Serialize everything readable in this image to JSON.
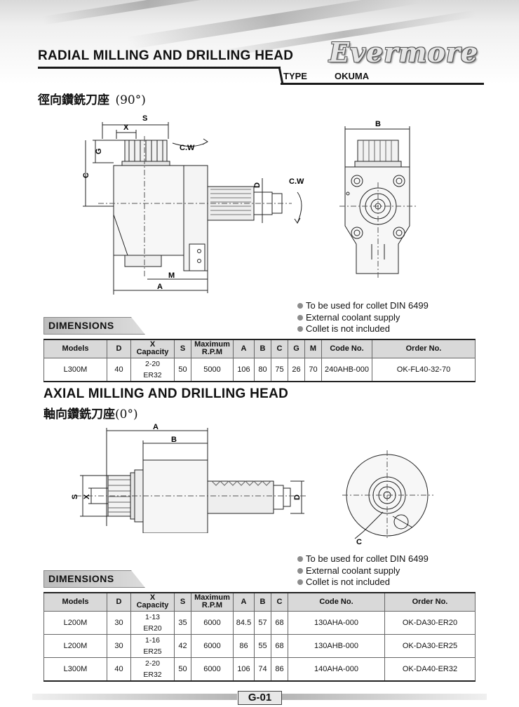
{
  "header": {
    "title": "RADIAL MILLING AND DRILLING HEAD",
    "brand": "Evermore",
    "type_label": "TYPE",
    "type_value": "OKUMA",
    "subtitle_cn": "徑向鑽銑刀座",
    "subtitle_angle": "(90°)"
  },
  "radial": {
    "labels": {
      "S": "S",
      "X": "X",
      "G": "G",
      "C": "C",
      "CW1": "C.W",
      "CW2": "C.W",
      "D": "D",
      "M": "M",
      "A": "A",
      "B": "B"
    },
    "dimensions_tag": "DIMENSIONS",
    "notes": [
      "To be used for collet DIN 6499",
      "External coolant supply",
      "Collet is not included"
    ],
    "table": {
      "headers": {
        "models": "Models",
        "d": "D",
        "x1": "X",
        "x2": "Capacity",
        "s": "S",
        "rpm1": "Maximum",
        "rpm2": "R.P.M",
        "a": "A",
        "b": "B",
        "c": "C",
        "g": "G",
        "m": "M",
        "code": "Code No.",
        "order": "Order No."
      },
      "rows": [
        {
          "model": "L300M",
          "d": "40",
          "cap1": "2-20",
          "cap2": "ER32",
          "s": "50",
          "rpm": "5000",
          "a": "106",
          "b": "80",
          "c": "75",
          "g": "26",
          "m": "70",
          "code": "240AHB-000",
          "order": "OK-FL40-32-70"
        }
      ]
    }
  },
  "axial": {
    "title": "AXIAL MILLING AND DRILLING HEAD",
    "title_cn": "軸向鑽銑刀座",
    "angle": "(0°)",
    "labels": {
      "A": "A",
      "B": "B",
      "S": "S",
      "X": "X",
      "D": "D",
      "C": "C"
    },
    "dimensions_tag": "DIMENSIONS",
    "notes": [
      "To be used for collet DIN 6499",
      "External coolant supply",
      "Collet is not included"
    ],
    "table": {
      "headers": {
        "models": "Models",
        "d": "D",
        "x1": "X",
        "x2": "Capacity",
        "s": "S",
        "rpm1": "Maximum",
        "rpm2": "R.P.M",
        "a": "A",
        "b": "B",
        "c": "C",
        "code": "Code No.",
        "order": "Order No."
      },
      "rows": [
        {
          "model": "L200M",
          "d": "30",
          "cap1": "1-13",
          "cap2": "ER20",
          "s": "35",
          "rpm": "6000",
          "a": "84.5",
          "b": "57",
          "c": "68",
          "code": "130AHA-000",
          "order": "OK-DA30-ER20"
        },
        {
          "model": "L200M",
          "d": "30",
          "cap1": "1-16",
          "cap2": "ER25",
          "s": "42",
          "rpm": "6000",
          "a": "86",
          "b": "55",
          "c": "68",
          "code": "130AHB-000",
          "order": "OK-DA30-ER25"
        },
        {
          "model": "L300M",
          "d": "40",
          "cap1": "2-20",
          "cap2": "ER32",
          "s": "50",
          "rpm": "6000",
          "a": "106",
          "b": "74",
          "c": "86",
          "code": "140AHA-000",
          "order": "OK-DA40-ER32"
        }
      ]
    }
  },
  "footer": {
    "page": "G-01"
  }
}
